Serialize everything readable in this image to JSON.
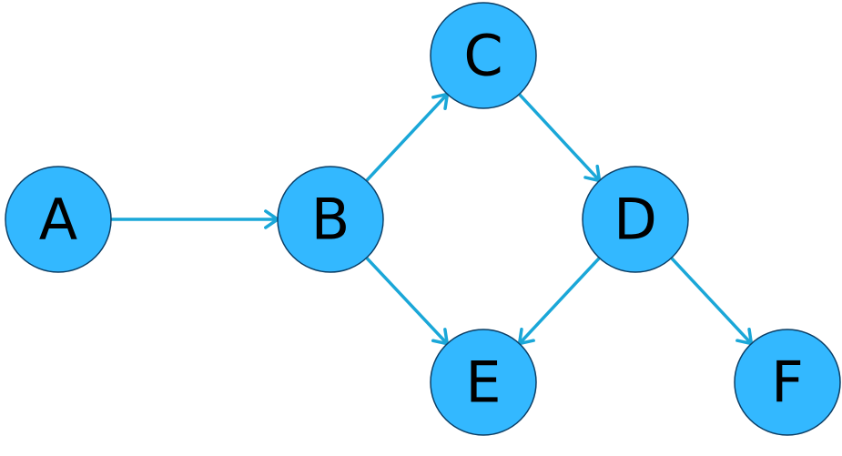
{
  "graph": {
    "colors": {
      "node_fill": "#33b8ff",
      "node_stroke": "#0c3f66",
      "edge": "#1aa7d8",
      "label": "#000000"
    },
    "nodes": [
      {
        "id": "A",
        "label": "A"
      },
      {
        "id": "B",
        "label": "B"
      },
      {
        "id": "C",
        "label": "C"
      },
      {
        "id": "D",
        "label": "D"
      },
      {
        "id": "E",
        "label": "E"
      },
      {
        "id": "F",
        "label": "F"
      }
    ],
    "edges": [
      {
        "from": "A",
        "to": "B"
      },
      {
        "from": "B",
        "to": "C"
      },
      {
        "from": "B",
        "to": "E"
      },
      {
        "from": "C",
        "to": "D"
      },
      {
        "from": "D",
        "to": "E"
      },
      {
        "from": "D",
        "to": "F"
      }
    ]
  }
}
